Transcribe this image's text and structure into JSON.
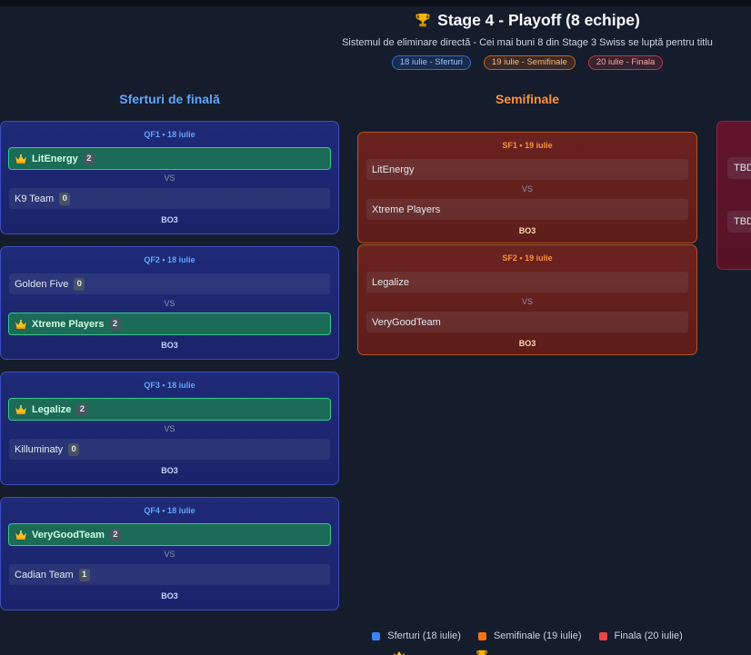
{
  "header": {
    "title_icon": "trophy-icon",
    "title": "Stage 4 - Playoff (8 echipe)",
    "subtitle": "Sistemul de eliminare directă - Cei mai buni 8 din Stage 3 Swiss se luptă pentru titlu",
    "pills": [
      {
        "label": "18 iulie - Sferturi",
        "color": "#3b82f6"
      },
      {
        "label": "19 iulie - Semifinale",
        "color": "#f97316"
      },
      {
        "label": "20 iulie - Finala",
        "color": "#ef4444"
      }
    ]
  },
  "labels": {
    "vs": "VS"
  },
  "columns": {
    "quarterfinals": {
      "heading": "Sferturi de finală",
      "accent": "#60a5fa",
      "matches": [
        {
          "title": "QF1 • 18 iulie",
          "format": "BO3",
          "teams": [
            {
              "name": "LitEnergy",
              "score": 2,
              "winner": true
            },
            {
              "name": "K9 Team",
              "score": 0,
              "winner": false
            }
          ]
        },
        {
          "title": "QF2 • 18 iulie",
          "format": "BO3",
          "teams": [
            {
              "name": "Golden Five",
              "score": 0,
              "winner": false
            },
            {
              "name": "Xtreme Players",
              "score": 2,
              "winner": true
            }
          ]
        },
        {
          "title": "QF3 • 18 iulie",
          "format": "BO3",
          "teams": [
            {
              "name": "Legalize",
              "score": 2,
              "winner": true
            },
            {
              "name": "Killuminaty",
              "score": 0,
              "winner": false
            }
          ]
        },
        {
          "title": "QF4 • 18 iulie",
          "format": "BO3",
          "teams": [
            {
              "name": "VeryGoodTeam",
              "score": 2,
              "winner": true
            },
            {
              "name": "Cadian Team",
              "score": 1,
              "winner": false
            }
          ]
        }
      ]
    },
    "semifinals": {
      "heading": "Semifinale",
      "accent": "#fb923c",
      "matches": [
        {
          "title": "SF1 • 19 iulie",
          "format": "BO3",
          "teams": [
            {
              "name": "LitEnergy"
            },
            {
              "name": "Xtreme Players"
            }
          ]
        },
        {
          "title": "SF2 • 19 iulie",
          "format": "BO3",
          "teams": [
            {
              "name": "Legalize"
            },
            {
              "name": "VeryGoodTeam"
            }
          ]
        }
      ]
    },
    "final": {
      "accent": "#e11d48",
      "teams": [
        {
          "name": "TBD"
        },
        {
          "name": "TBD"
        }
      ]
    }
  },
  "legend": {
    "items": [
      {
        "label": "Sferturi (18 iulie)",
        "color": "#3b82f6"
      },
      {
        "label": "Semifinale (19 iulie)",
        "color": "#f97316"
      },
      {
        "label": "Finala (20 iulie)",
        "color": "#ef4444"
      }
    ],
    "second_row_icons": [
      "crown-icon",
      "trophy-icon"
    ]
  }
}
